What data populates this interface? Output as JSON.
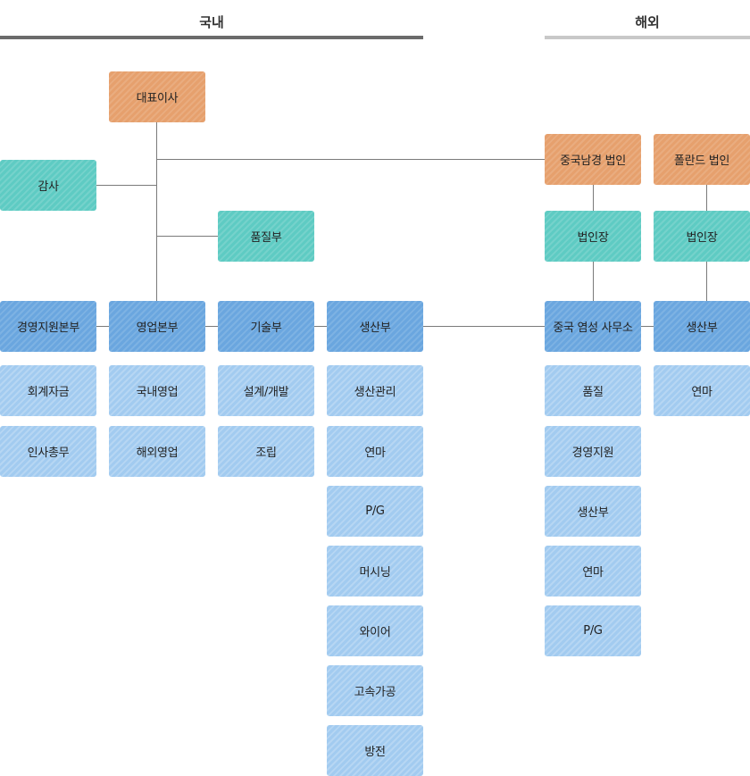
{
  "headers": {
    "domestic": "국내",
    "overseas": "해외"
  },
  "colors": {
    "orange": "#e6a06d",
    "teal": "#5ecbc3",
    "blue": "#6aa6df",
    "light_blue": "#a2cbf0",
    "domestic_bar": "#6b6b6b",
    "overseas_bar": "#c8c8c8",
    "connector": "#7a7a7a"
  },
  "domestic": {
    "ceo": "대표이사",
    "audit": "감사",
    "quality": "품질부",
    "divisions": {
      "management": "경영지원본부",
      "sales": "영업본부",
      "technology": "기술부",
      "production": "생산부"
    },
    "management_teams": [
      "회계자금",
      "인사총무"
    ],
    "sales_teams": [
      "국내영업",
      "해외영업"
    ],
    "technology_teams": [
      "설계/개발",
      "조립"
    ],
    "production_teams": [
      "생산관리",
      "연마",
      "P/G",
      "머시닝",
      "와이어",
      "고속가공",
      "방전"
    ]
  },
  "overseas": {
    "china_corp": "중국남경 법인",
    "poland_corp": "폴란드 법인",
    "china_head": "법인장",
    "poland_head": "법인장",
    "china_office": "중국 염성 사무소",
    "poland_production": "생산부",
    "china_teams": [
      "품질",
      "경영지원",
      "생산부",
      "연마",
      "P/G"
    ],
    "poland_teams": [
      "연마"
    ]
  }
}
